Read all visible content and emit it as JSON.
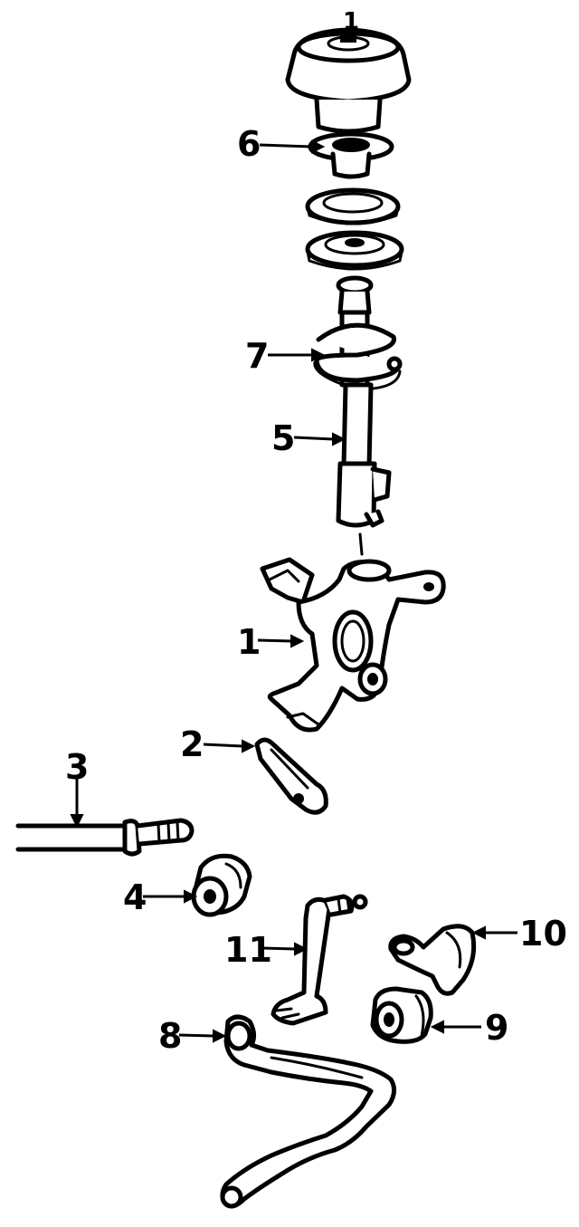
{
  "callouts": {
    "top_mount": "1",
    "upper_seat": "6",
    "coil_spring": "7",
    "strut": "5",
    "knuckle": "1",
    "tie_rod_end": "2",
    "stabilizer_bar": "3",
    "bushing": "4",
    "stabilizer_link": "11",
    "bracket": "10",
    "bar_bushing": "9",
    "stabilizer_bar_lower": "8"
  }
}
